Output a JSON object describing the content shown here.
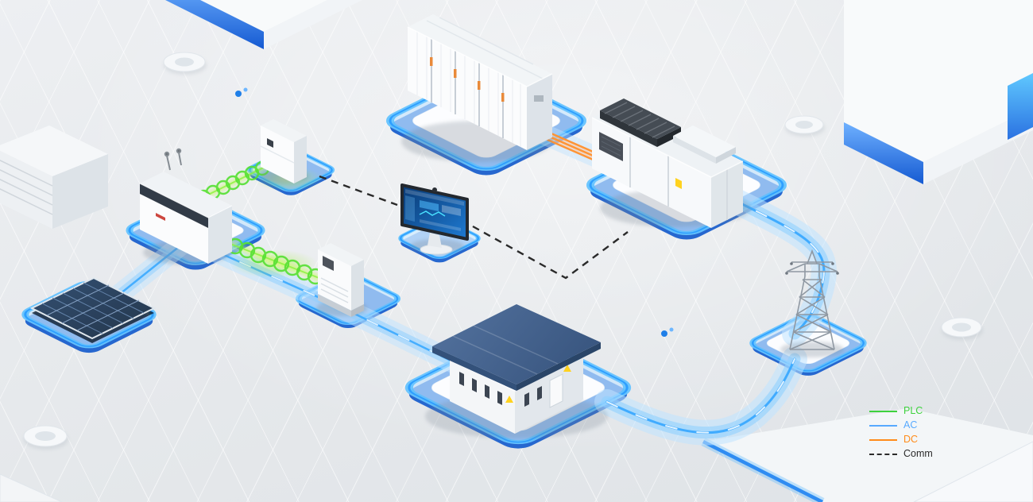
{
  "legend": {
    "items": [
      {
        "label": "PLC",
        "color": "#3ed23e",
        "line_style": "solid"
      },
      {
        "label": "AC",
        "color": "#58aaff",
        "line_style": "solid"
      },
      {
        "label": "DC",
        "color": "#ff8c1a",
        "line_style": "solid"
      },
      {
        "label": "Comm",
        "color": "#2b2b2b",
        "line_style": "dashed"
      }
    ]
  },
  "palette": {
    "background": "#e7eaed",
    "platform_edge_blue": "#2e9fff",
    "platform_fill_blue": "#cfe9ff",
    "deep_blue_accent": "#1f5fd0",
    "roof_blue": "#46648f",
    "solar_panel_navy": "#1c3350",
    "plc_green": "#3ed23e",
    "ac_blue": "#58aaff",
    "dc_orange": "#ff8c1a",
    "comm_black": "#2b2b2b"
  },
  "equipment": [
    "solar-panel",
    "string-inverter",
    "comm-cabinet-small",
    "battery-cabinet-small",
    "battery-storage-container",
    "power-conversion-unit",
    "monitoring-workstation",
    "plant-building",
    "transmission-tower"
  ]
}
